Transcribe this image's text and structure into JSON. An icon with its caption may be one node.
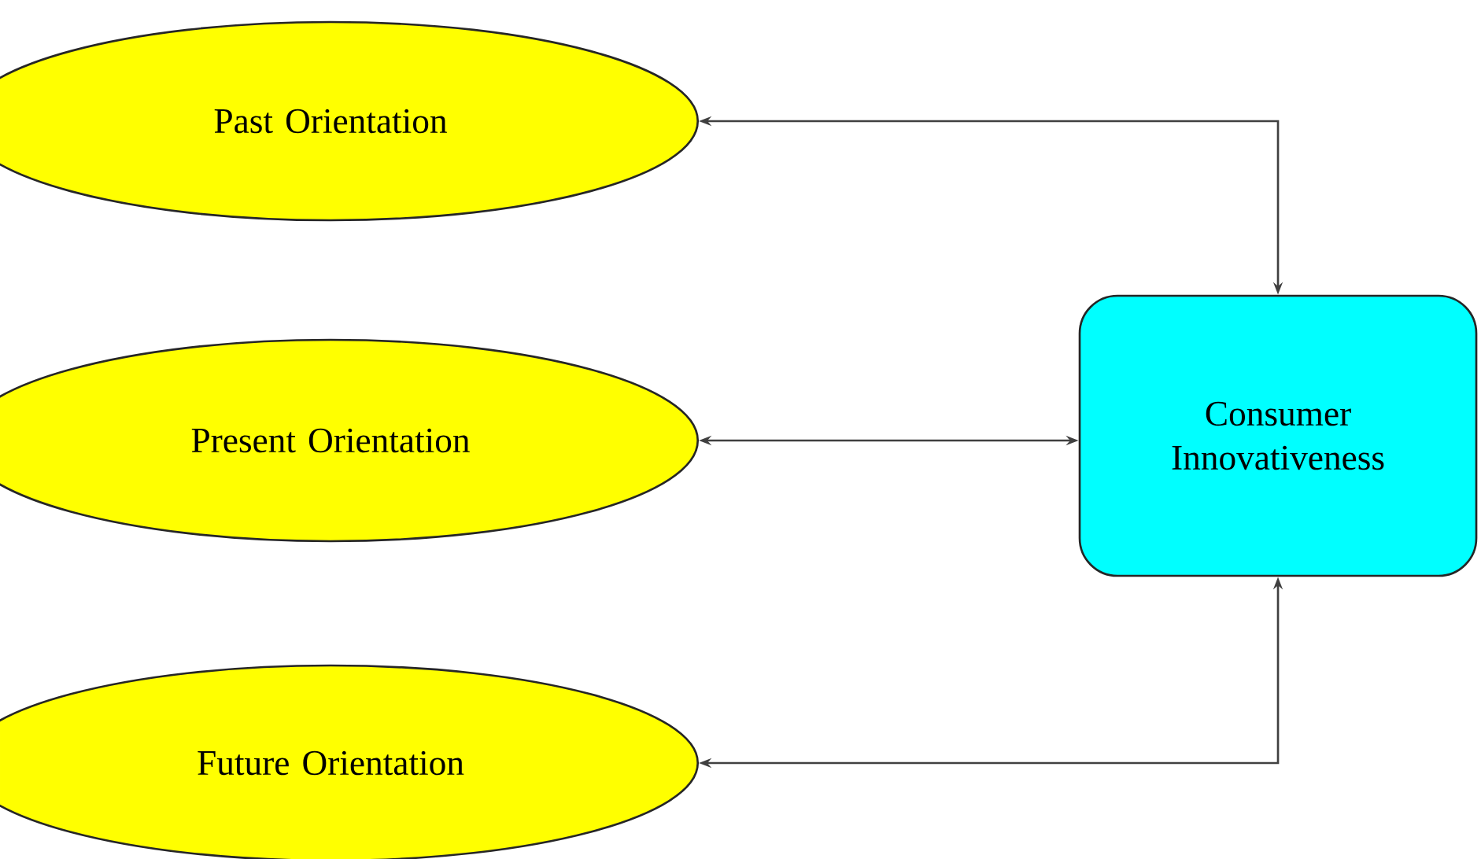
{
  "diagram": {
    "nodes": [
      {
        "text": [
          "Past Orientation"
        ]
      },
      {
        "text": [
          "Present Orientation"
        ]
      },
      {
        "text": [
          "Future Orientation"
        ]
      },
      {
        "text": [
          "Consumer Innovativeness"
        ]
      }
    ],
    "edges": [
      {
        "from": 0,
        "to": 3,
        "arrow": "both"
      },
      {
        "from": 1,
        "to": 3,
        "arrow": "both"
      },
      {
        "from": 2,
        "to": 3,
        "arrow": "both"
      }
    ]
  }
}
